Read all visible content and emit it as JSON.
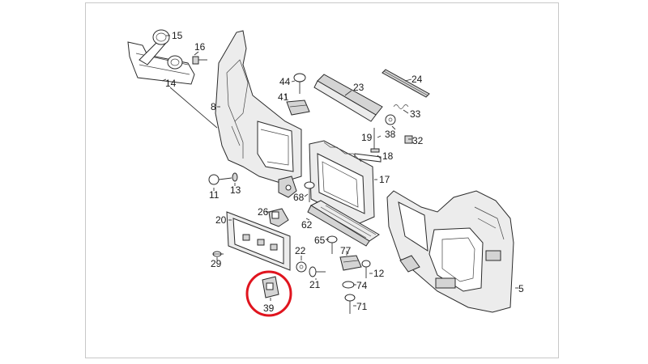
{
  "diagram": {
    "labels": [
      {
        "id": "15",
        "text": "15"
      },
      {
        "id": "16",
        "text": "16"
      },
      {
        "id": "14",
        "text": "14"
      },
      {
        "id": "8",
        "text": "8"
      },
      {
        "id": "44",
        "text": "44"
      },
      {
        "id": "41",
        "text": "41"
      },
      {
        "id": "23",
        "text": "23"
      },
      {
        "id": "24",
        "text": "24"
      },
      {
        "id": "33",
        "text": "33"
      },
      {
        "id": "19",
        "text": "19"
      },
      {
        "id": "38",
        "text": "38"
      },
      {
        "id": "32",
        "text": "32"
      },
      {
        "id": "18",
        "text": "18"
      },
      {
        "id": "17",
        "text": "17"
      },
      {
        "id": "11",
        "text": "11"
      },
      {
        "id": "13",
        "text": "13"
      },
      {
        "id": "68",
        "text": "68"
      },
      {
        "id": "26",
        "text": "26"
      },
      {
        "id": "20",
        "text": "20"
      },
      {
        "id": "62",
        "text": "62"
      },
      {
        "id": "65",
        "text": "65"
      },
      {
        "id": "77",
        "text": "77"
      },
      {
        "id": "22",
        "text": "22"
      },
      {
        "id": "29",
        "text": "29"
      },
      {
        "id": "12",
        "text": "12"
      },
      {
        "id": "21",
        "text": "21"
      },
      {
        "id": "74",
        "text": "74"
      },
      {
        "id": "39",
        "text": "39"
      },
      {
        "id": "71",
        "text": "71"
      },
      {
        "id": "5",
        "text": "5"
      }
    ],
    "highlight": {
      "target": "39",
      "color": "#e0141e"
    }
  }
}
